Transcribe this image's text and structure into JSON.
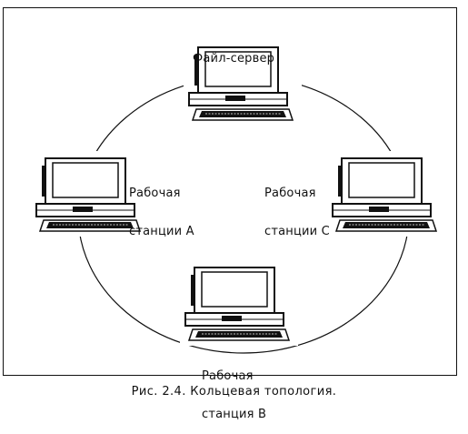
{
  "nodes": {
    "server": {
      "label": "Файл-сервер"
    },
    "station_a": {
      "label_line1": "Рабочая",
      "label_line2": "станции А"
    },
    "station_c": {
      "label_line1": "Рабочая",
      "label_line2": "станции С"
    },
    "station_b": {
      "label_line1": "Рабочая",
      "label_line2": "станция В"
    }
  },
  "caption": "Рис. 2.4. Кольцевая топология."
}
